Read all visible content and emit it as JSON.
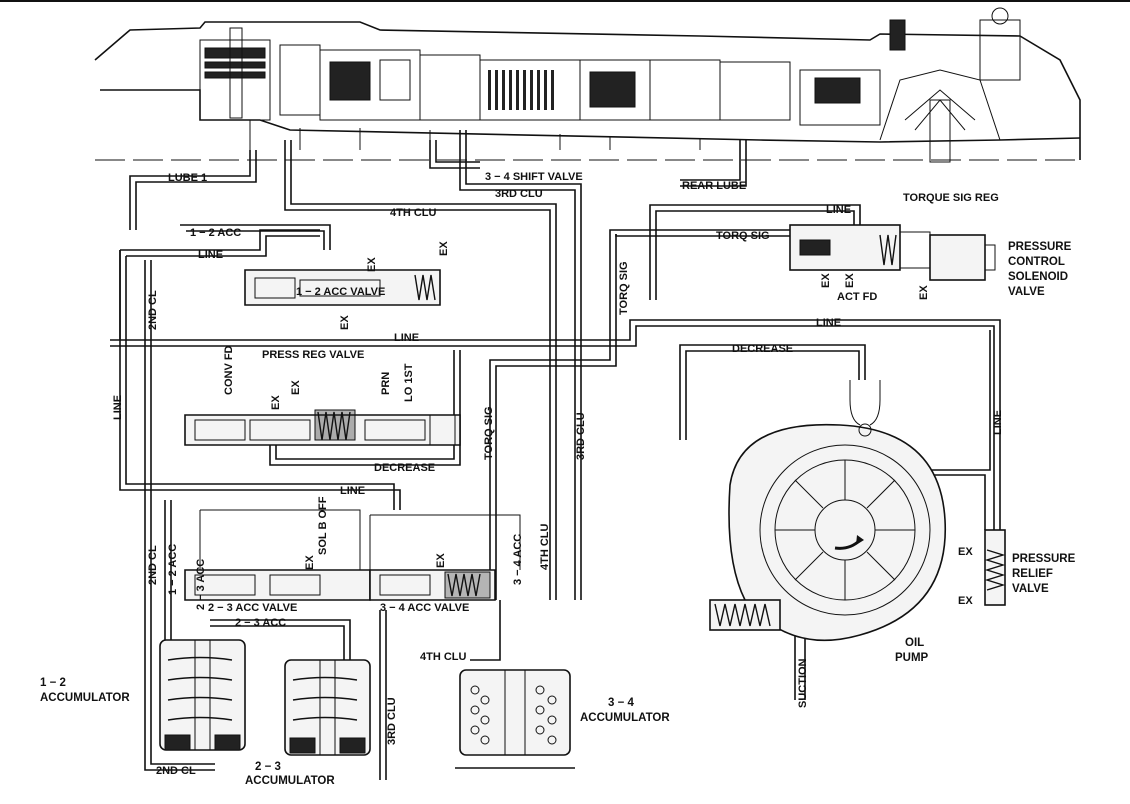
{
  "labels": {
    "lube1": "LUBE 1",
    "shift34": "3 − 4 SHIFT VALVE",
    "rearLube": "REAR LUBE",
    "clu3rd_top": "3RD CLU",
    "clu4th_top": "4TH CLU",
    "acc12_line": "1 − 2 ACC",
    "line_a": "LINE",
    "acc12_valve": "1 − 2 ACC VALVE",
    "cl2nd_vert": "2ND CL",
    "line_vert_left": "LINE",
    "line_mid": "LINE",
    "press_reg": "PRESS REG VALVE",
    "conv_fd": "CONV FD",
    "prn": "PRN",
    "lo1st": "LO 1ST",
    "decrease_mid": "DECREASE",
    "torq_sig_v1": "TORQ SIG",
    "torq_sig_v2": "TORQ SIG",
    "clu3rd_vert": "3RD CLU",
    "line_lower": "LINE",
    "sol_b_off": "SOL B OFF",
    "acc23_valve": "2 − 3 ACC VALVE",
    "acc34_valve": "3 − 4 ACC VALVE",
    "acc23_line": "2 − 3 ACC",
    "acc23_vert": "2 − 3 ACC",
    "acc12_vert": "1 − 2 ACC",
    "cl2nd_vert2": "2ND CL",
    "acc34_vert": "3 − 4 ACC",
    "clu4th_vert": "4TH CLU",
    "clu4th_low": "4TH CLU",
    "clu3rd_low": "3RD CLU",
    "cl2nd_bottom": "2ND CL",
    "acc12_name": [
      "1 − 2",
      "ACCUMULATOR"
    ],
    "acc23_name": [
      "2 − 3",
      "ACCUMULATOR"
    ],
    "acc34_name": [
      "3 − 4",
      "ACCUMULATOR"
    ],
    "line_right": "LINE",
    "torq_sig": "TORQ SIG",
    "torque_sig_reg": "TORQUE SIG REG",
    "line_top_right": "LINE",
    "act_fd": "ACT FD",
    "pcs_name": [
      "PRESSURE",
      "CONTROL",
      "SOLENOID",
      "VALVE"
    ],
    "decrease_right": "DECREASE",
    "line_right_vert": "LINE",
    "prv_name": [
      "PRESSURE",
      "RELIEF",
      "VALVE"
    ],
    "oil_pump": [
      "OIL",
      "PUMP"
    ],
    "suction": "SUCTION",
    "ex": "EX"
  }
}
